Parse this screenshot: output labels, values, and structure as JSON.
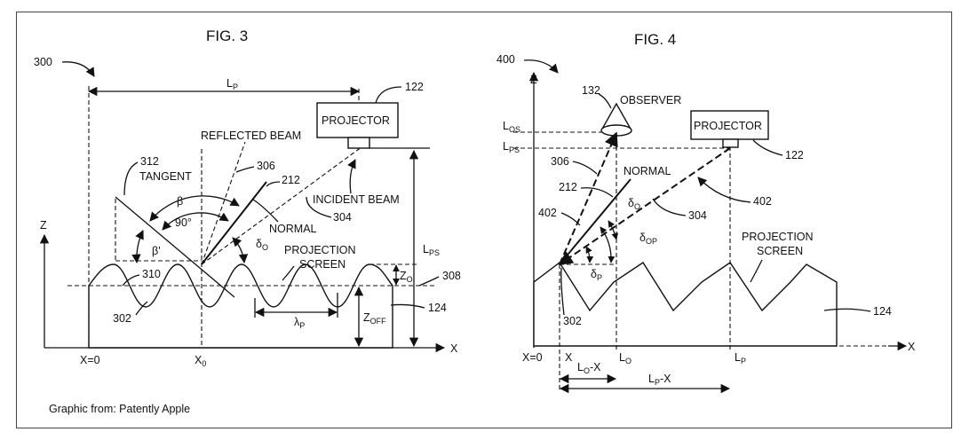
{
  "credit": "Graphic from: Patently Apple",
  "fig3": {
    "title": "FIG. 3",
    "ref_figure": "300",
    "ref_projector": "122",
    "projector": "PROJECTOR",
    "reflected_beam": "REFLECTED BEAM",
    "tangent": "TANGENT",
    "ref_tangent": "312",
    "ref_306": "306",
    "ref_212": "212",
    "incident_beam": "INCIDENT BEAM",
    "normal": "NORMAL",
    "ref_304": "304",
    "beta": "β",
    "angle_90": "90°",
    "beta_prime": "β'",
    "delta_o": "δ",
    "delta_o_sub": "O",
    "projection_screen_1": "PROJECTION",
    "projection_screen_2": "SCREEN",
    "lp_label": "L",
    "lp_sub": "P",
    "lps_label": "L",
    "lps_sub": "PS",
    "zo_label": "Z",
    "zo_sub": "O",
    "ref_308": "308",
    "ref_310": "310",
    "ref_302": "302",
    "ref_124": "124",
    "lambda_label": "λ",
    "lambda_sub": "P",
    "zoff_label": "Z",
    "zoff_sub": "OFF",
    "z_axis": "Z",
    "x_axis": "X",
    "x0_label": "X=0",
    "xnaught_label": "X",
    "xnaught_sub": "0"
  },
  "fig4": {
    "title": "FIG. 4",
    "ref_figure": "400",
    "z_axis": "Z",
    "ref_132": "132",
    "observer": "OBSERVER",
    "projector": "PROJECTOR",
    "ref_projector": "122",
    "los_label": "L",
    "los_sub": "OS",
    "lps_label": "L",
    "lps_sub": "PS",
    "ref_306": "306",
    "normal": "NORMAL",
    "ref_212": "212",
    "ref_402a": "402",
    "ref_304": "304",
    "ref_402b": "402",
    "delta_o": "δ",
    "delta_o_sub": "O",
    "delta_op": "δ",
    "delta_op_sub": "OP",
    "delta_p": "δ",
    "delta_p_sub": "P",
    "projection_screen_1": "PROJECTION",
    "projection_screen_2": "SCREEN",
    "ref_124": "124",
    "ref_302": "302",
    "x0_label": "X=0",
    "x_label": "X",
    "lo_label": "L",
    "lo_sub": "O",
    "lp_label": "L",
    "lp_sub": "P",
    "x_axis": "X",
    "lo_x_label": "L",
    "lo_x_sub": "O",
    "lo_x_suffix": "-X",
    "lp_x_label": "L",
    "lp_x_sub": "P",
    "lp_x_suffix": "-X"
  }
}
